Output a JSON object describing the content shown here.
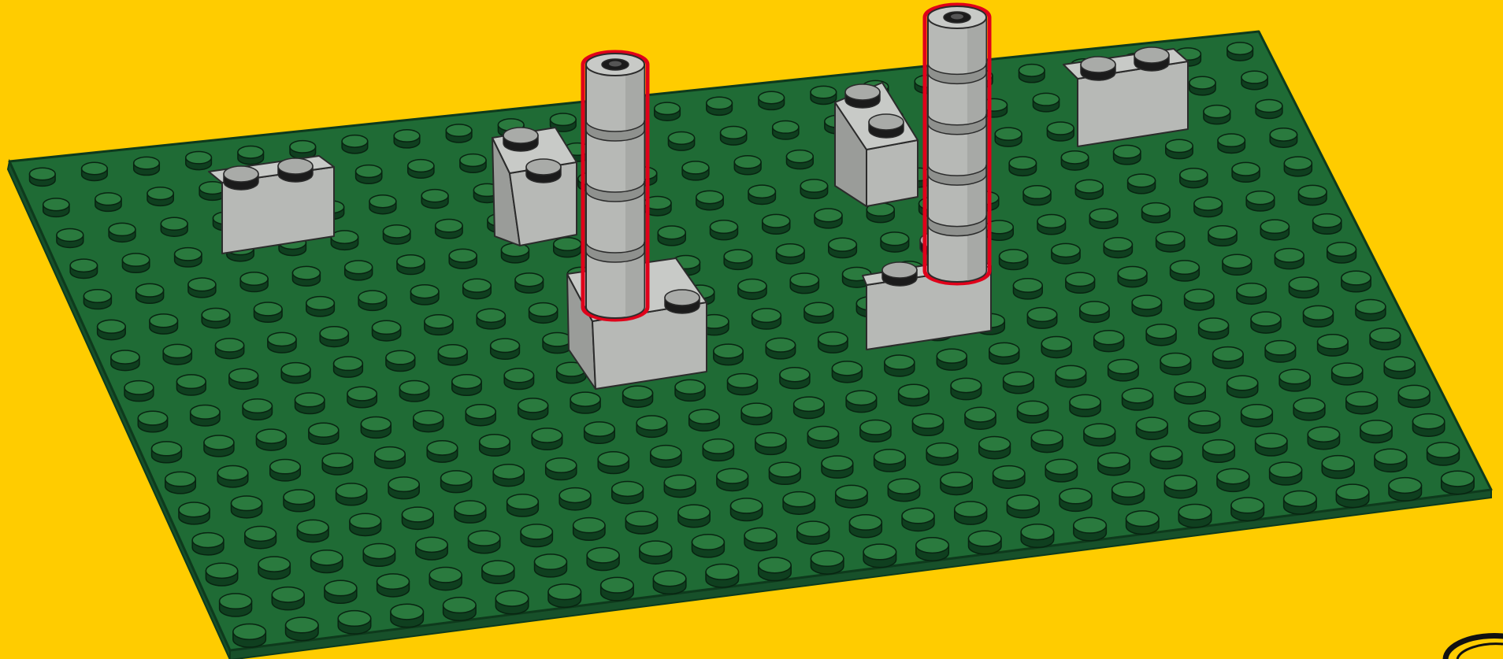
{
  "colors": {
    "background": "#FFCC00",
    "baseplate_top": "#1F6B35",
    "baseplate_edge": "#17502A",
    "baseplate_outline": "#0E3A1C",
    "stud_top": "#2A7A3E",
    "stud_side": "#0F3F1F",
    "stud_outline": "#082411",
    "brick_front": "#B7B9B6",
    "brick_side": "#9A9C99",
    "brick_top": "#C8CAC7",
    "brick_outline": "#2B2B2B",
    "highlight": "#E0001A"
  },
  "baseplate": {
    "rows": 16,
    "columns": 24,
    "piece": "baseplate"
  },
  "bricks": [
    {
      "piece": "brick-1x2",
      "label": "left-brick"
    },
    {
      "piece": "brick-1x2-angled",
      "label": "back-left-brick"
    },
    {
      "piece": "brick-1x2",
      "label": "center-left-brick"
    },
    {
      "piece": "brick-1x2-angled",
      "label": "back-center-brick"
    },
    {
      "piece": "brick-1x2",
      "label": "center-right-brick"
    },
    {
      "piece": "brick-1x2",
      "label": "back-right-brick"
    }
  ],
  "highlighted_parts": [
    {
      "piece": "round-brick-column",
      "segments": 4,
      "status": "new-part"
    },
    {
      "piece": "round-brick-column",
      "segments": 5,
      "status": "new-part"
    }
  ],
  "icons": [
    "rotate-icon"
  ]
}
